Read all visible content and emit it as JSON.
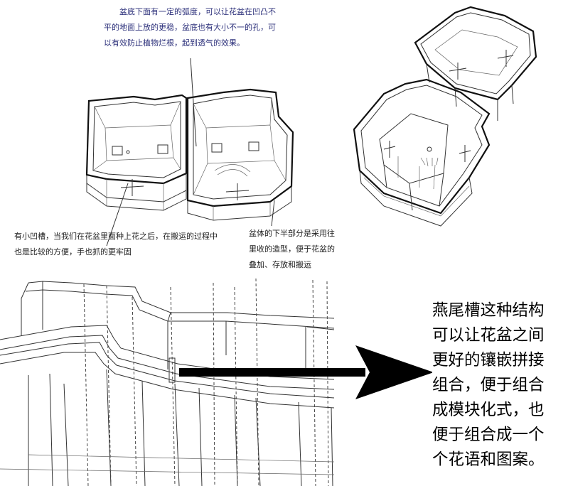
{
  "annotations": {
    "bottom_curvature": "盆底下面有一定的弧度，可以让花盆在凹凸不平的地面上放的更稳，盆底也有大小不一的孔，可以有效防止植物烂根，起到透气的效果。",
    "groove": "有小凹槽，当我们在花盆里面种上花之后，在搬运的过程中也是比较的方便，手也抓的更牢固",
    "lower_half": "盆体的下半部分是采用往里收的造型，便于花盆的叠加、存放和搬运"
  },
  "callout": {
    "lines": [
      "燕尾槽这种结构",
      "可以让花盆之间",
      "更好的镶嵌拼接",
      "组合，便于组合",
      "成模块化式，也",
      "便于组合成一个",
      "个花语和图案。"
    ]
  },
  "colors": {
    "annotation_blue": "#2b2f7a",
    "line": "#333333",
    "arrow": "#000000"
  }
}
